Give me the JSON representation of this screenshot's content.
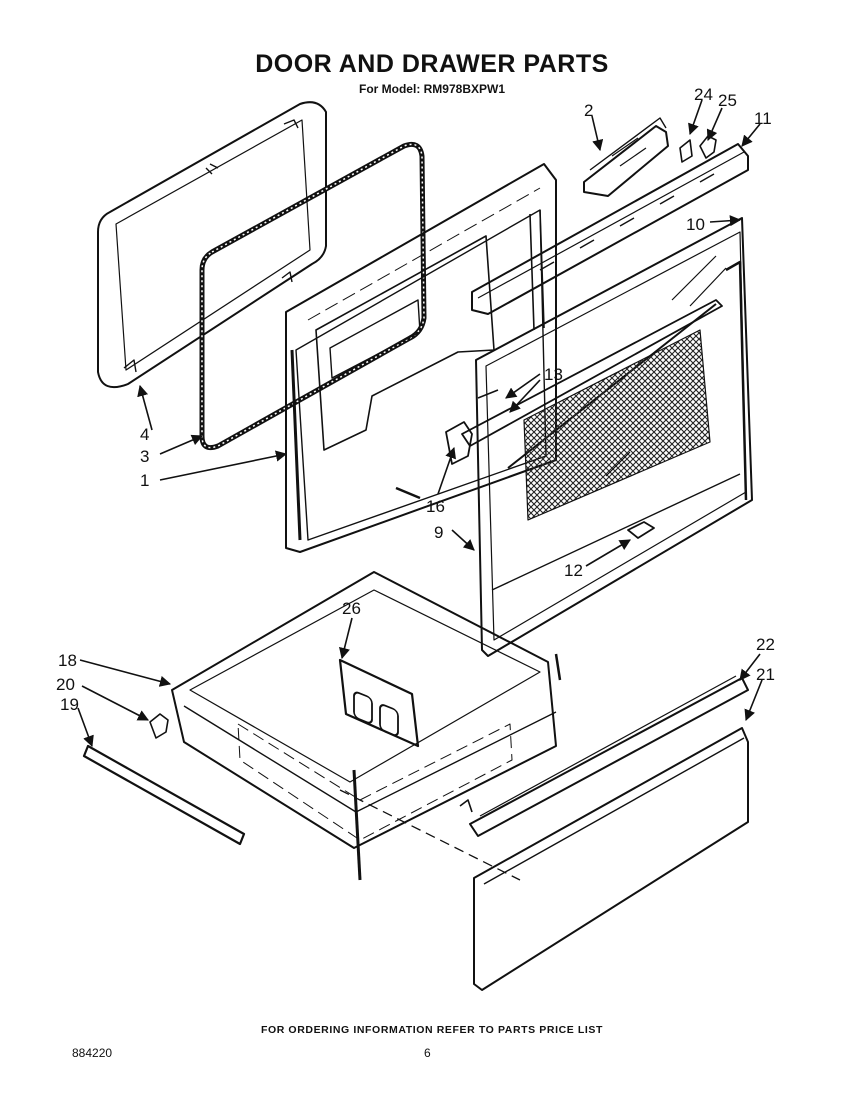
{
  "header": {
    "title": "DOOR AND DRAWER PARTS",
    "subtitle": "For Model: RM978BXPW1"
  },
  "footer": {
    "ordering_note": "FOR ORDERING INFORMATION REFER TO PARTS PRICE LIST",
    "document_number": "884220",
    "page_number": "6"
  },
  "callouts": {
    "c1": "1",
    "c2": "2",
    "c3": "3",
    "c4": "4",
    "c9": "9",
    "c10": "10",
    "c11": "11",
    "c12": "12",
    "c13": "13",
    "c16": "16",
    "c18": "18",
    "c19": "19",
    "c20": "20",
    "c21": "21",
    "c22": "22",
    "c24": "24",
    "c25": "25",
    "c26": "26"
  }
}
